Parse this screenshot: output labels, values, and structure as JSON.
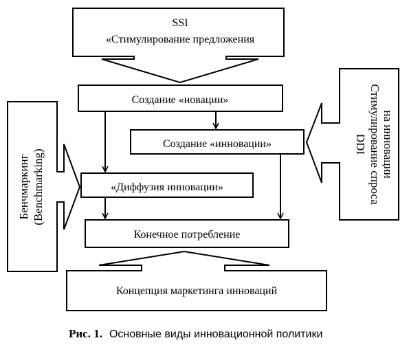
{
  "nodes": {
    "ssi_title": "SSI",
    "ssi_subtitle": "«Стимулирование предложения",
    "novation": "Создание «новации»",
    "innovation": "Создание «инновации»",
    "diffusion": "«Диффузия инновации»",
    "consumption": "Конечное потребление",
    "concept": "Концепция маркетинга инноваций",
    "benchmarking_line1": "Бенчмаркинг",
    "benchmarking_line2": "(Benchmarking)",
    "ddi_title": "DDI",
    "ddi_line1": "Стимулирование спроса",
    "ddi_line2": "на инновации"
  },
  "caption": {
    "label": "Рис. 1.",
    "text": "Основные виды инновационной политики"
  }
}
